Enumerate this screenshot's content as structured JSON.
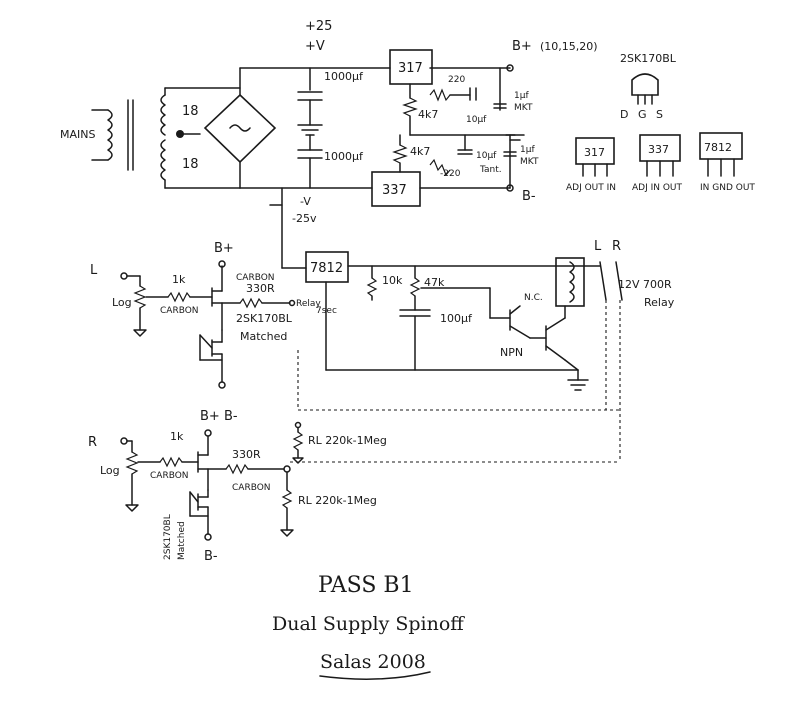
{
  "power_supply": {
    "pos_rail": "+25\n+V",
    "pos_rail_line1": "+25",
    "pos_rail_line2": "+V",
    "neg_rail": "-25v",
    "neg_rail_v": "-V",
    "cap_top": "1000μf",
    "cap_bottom": "1000μf",
    "transformer_label": "MAINS",
    "sec_top": "18",
    "sec_bottom": "18",
    "reg_pos": "317",
    "reg_neg": "337",
    "r_pos_fixed": "220",
    "r_pos_trim": "4k7",
    "r_neg_trim": "4k7",
    "r_neg_fixed": "-220",
    "c_pos_tant": "10μf",
    "c_neg_tant": "10μf",
    "c_neg_tant_type": "Tant.",
    "c_pos_film": "1μf",
    "c_pos_film_type": "MKT",
    "c_neg_film": "1μf",
    "c_neg_film_type": "MKT",
    "bplus_label": "B+",
    "bplus_options": "(10,15,20)",
    "bminus_label": "B-"
  },
  "pinouts": {
    "jfet_name": "2SK170BL",
    "jfet_pins": [
      "D",
      "G",
      "S"
    ],
    "reg317": {
      "name": "317",
      "pins": "ADJ OUT  IN"
    },
    "reg337": {
      "name": "337",
      "pins": "ADJ IN OUT"
    },
    "reg7812": {
      "name": "7812",
      "pins": "IN GND OUT"
    }
  },
  "left_channel": {
    "input_label": "L",
    "pot_label": "Log",
    "r_in": "1k",
    "r_in_type": "CARBON",
    "bplus": "B+",
    "r_drain_type": "CARBON",
    "r_out": "330R",
    "relay_tag": "Relay",
    "jfet": "2SK170BL",
    "jfet_note": "Matched",
    "rl": "RL 220k-1Meg"
  },
  "relay_section": {
    "regulator": "7812",
    "r1": "10k",
    "pot": "47k",
    "cap": "100μf",
    "cap_delay": "7sec",
    "contact": "N.C.",
    "transistor": "NPN",
    "relay_label": "12V 700R",
    "relay_label2": "Relay",
    "ch_l": "L",
    "ch_r": "R"
  },
  "right_channel": {
    "input_label": "R",
    "pot_label": "Log",
    "r_in": "1k",
    "r_in_type": "CARBON",
    "bplus": "B+",
    "bminus_top": "B-",
    "r_out": "330R",
    "r_out_type": "CARBON",
    "jfet": "2SK170BL",
    "jfet_note": "Matched",
    "bminus": "B-",
    "rl": "RL 220k-1Meg"
  },
  "title_block": {
    "title": "PASS B1",
    "subtitle": "Dual Supply Spinoff",
    "author": "Salas 2008"
  }
}
